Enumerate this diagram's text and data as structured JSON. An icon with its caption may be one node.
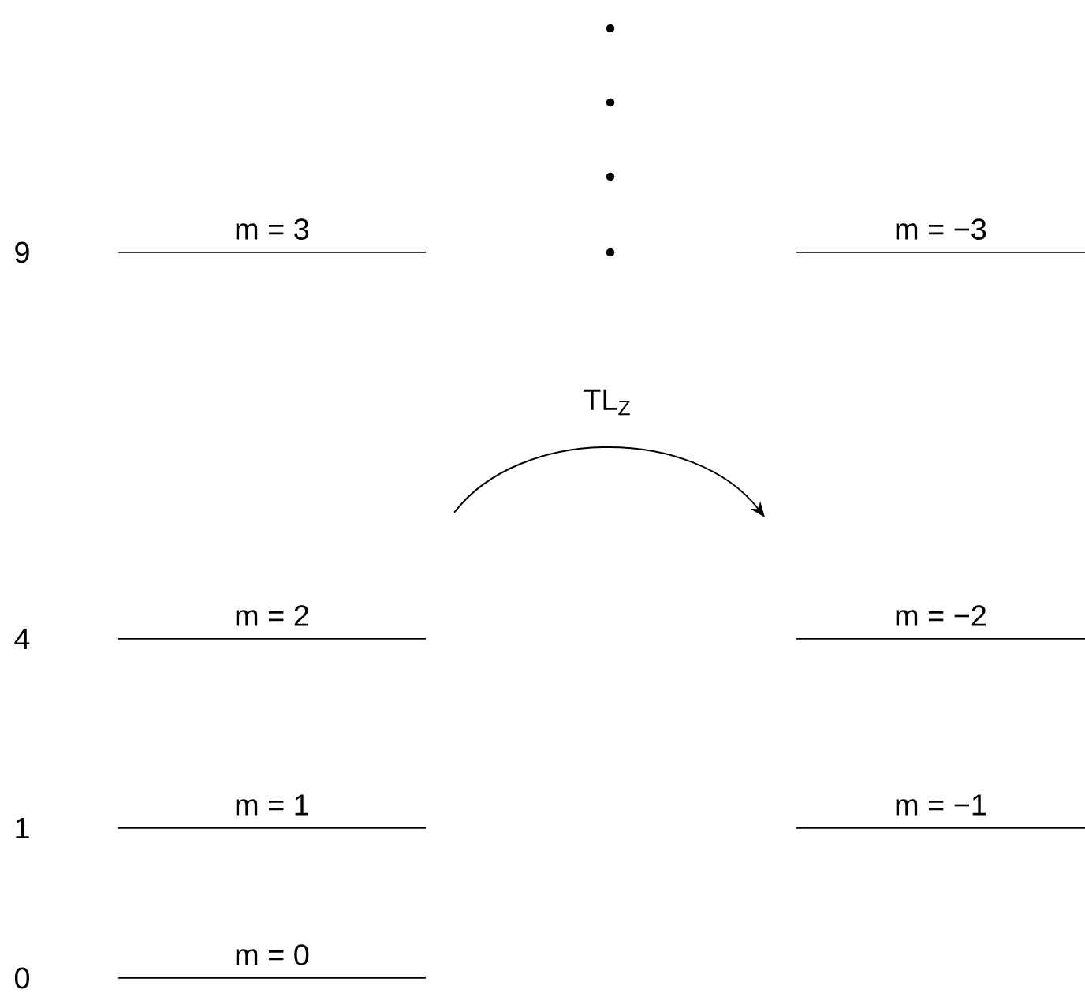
{
  "diagram": {
    "nodes": [
      {
        "text": [
          "m = 3"
        ]
      },
      {
        "text": [
          "m = −3"
        ]
      },
      {
        "text": [
          "m = 2"
        ]
      },
      {
        "text": [
          "m = −2"
        ]
      },
      {
        "text": [
          "m = 1"
        ]
      },
      {
        "text": [
          "m = −1"
        ]
      },
      {
        "text": [
          "m = 0"
        ]
      }
    ],
    "labels": [
      "9",
      "TL$_{Z}$",
      "4",
      "1",
      "0"
    ]
  }
}
